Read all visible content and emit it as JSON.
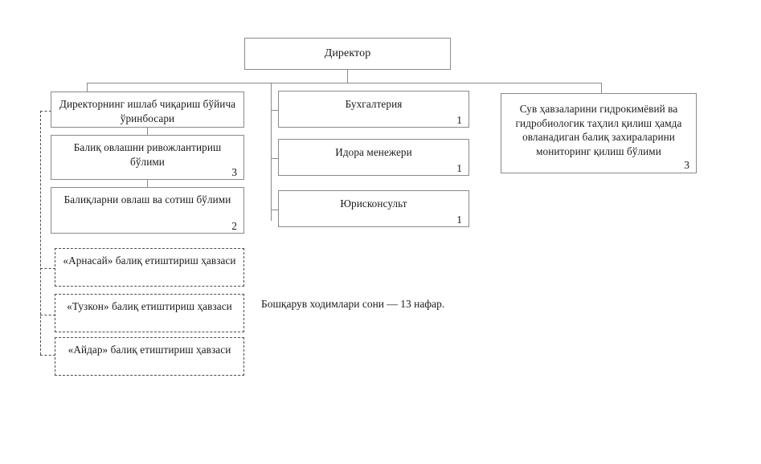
{
  "diagram": {
    "title_node": {
      "label": "Директор"
    },
    "left_branch": [
      {
        "label": "Директорнинг ишлаб чиқариш бўйича ўринбосари",
        "count": ""
      },
      {
        "label": "Балиқ овлашни ривожлантириш бўлими",
        "count": "3"
      },
      {
        "label": "Балиқларни овлаш ва сотиш бўлими",
        "count": "2"
      }
    ],
    "left_subunits": [
      {
        "label": "«Арнасай» балиқ етиштириш ҳавзаси"
      },
      {
        "label": "«Тузкон» балиқ етиштириш ҳавзаси"
      },
      {
        "label": "«Айдар» балиқ етиштириш ҳавзаси"
      }
    ],
    "middle_branch": [
      {
        "label": "Бухгалтерия",
        "count": "1"
      },
      {
        "label": "Идора менежери",
        "count": "1"
      },
      {
        "label": "Юрисконсульт",
        "count": "1"
      }
    ],
    "right_branch": [
      {
        "label": "Сув ҳавзаларини гидрокимёвий ва гидробиологик таҳлил қилиш ҳамда овланадиган балиқ захираларини мониторинг қилиш бўлими",
        "count": "3"
      }
    ],
    "caption": "Бошқарув ходимлари сони — 13 нафар.",
    "colors": {
      "box_border": "#8a8a8a",
      "dashed_border": "#4d4d4d",
      "text": "#1a1a1a",
      "background": "#ffffff"
    }
  }
}
